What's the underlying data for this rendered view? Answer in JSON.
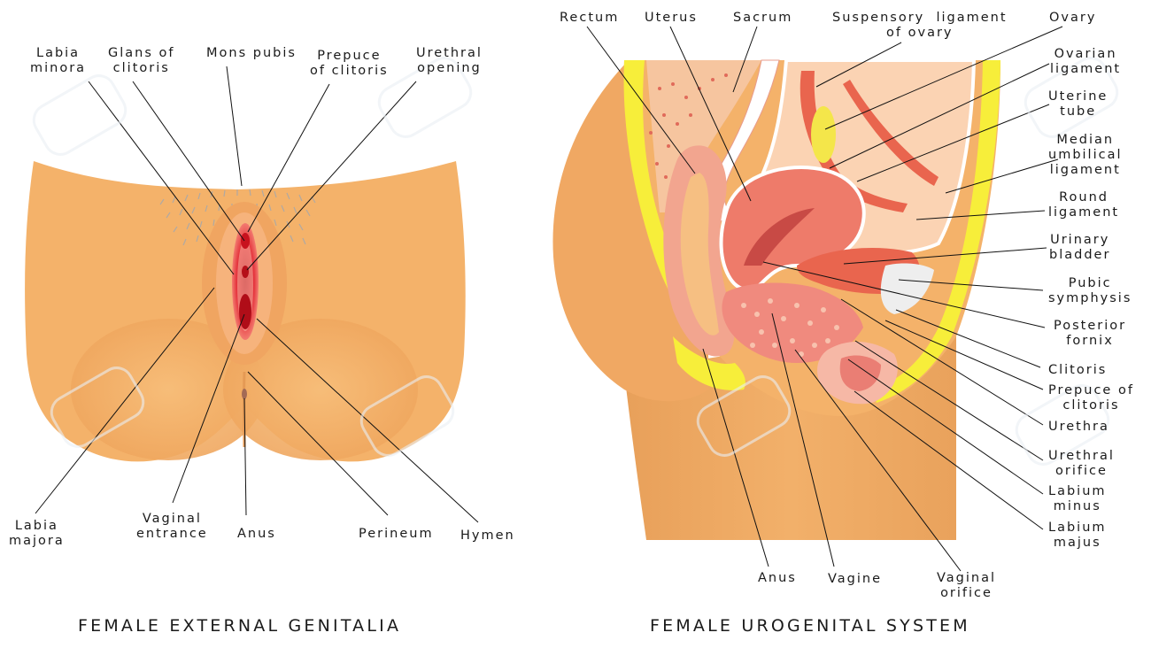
{
  "left": {
    "title": "FEMALE EXTERNAL GENITALIA",
    "labels": {
      "labia_minora": [
        "Labia",
        "minora"
      ],
      "glans_of_clitoris": [
        "Glans of",
        "clitoris"
      ],
      "mons_pubis": [
        "Mons pubis"
      ],
      "prepuce_of_clitoris": [
        "Prepuce",
        "of clitoris"
      ],
      "urethral_opening": [
        "Urethral",
        "opening"
      ],
      "labia_majora": [
        "Labia",
        "majora"
      ],
      "vaginal_entrance": [
        "Vaginal",
        "entrance"
      ],
      "anus": [
        "Anus"
      ],
      "perineum": [
        "Perineum"
      ],
      "hymen": [
        "Hymen"
      ]
    }
  },
  "right": {
    "title": "FEMALE UROGENITAL SYSTEM",
    "labels": {
      "rectum": [
        "Rectum"
      ],
      "uterus": [
        "Uterus"
      ],
      "sacrum": [
        "Sacrum"
      ],
      "suspensory_ligament": [
        "Suspensory  ligament",
        "of ovary"
      ],
      "ovary": [
        "Ovary"
      ],
      "ovarian_ligament": [
        "Ovarian",
        "ligament"
      ],
      "uterine_tube": [
        "Uterine",
        "tube"
      ],
      "median_umbilical_ligament": [
        "Median",
        "umbilical",
        "ligament"
      ],
      "round_ligament": [
        "Round",
        "ligament"
      ],
      "urinary_bladder": [
        "Urinary",
        "bladder"
      ],
      "pubic_symphysis": [
        "Pubic",
        "symphysis"
      ],
      "posterior_fornix": [
        "Posterior",
        "fornix"
      ],
      "clitoris": [
        "Clitoris"
      ],
      "prepuce_of_clitoris": [
        "Prepuce of",
        "clitoris"
      ],
      "urethra": [
        "Urethra"
      ],
      "urethral_orifice": [
        "Urethral",
        "orifice"
      ],
      "labium_minus": [
        "Labium",
        "minus"
      ],
      "labium_majus": [
        "Labium",
        "majus"
      ],
      "anus": [
        "Anus"
      ],
      "vagine": [
        "Vagine"
      ],
      "vaginal_orifice": [
        "Vaginal",
        "orifice"
      ]
    }
  },
  "colors": {
    "skin": "#f4b26a",
    "skin_shadow": "#e49a55",
    "fat": "#f7ee3a",
    "organ": "#f08a7e",
    "tissue": "#f6c1ad",
    "red": "#e0303a",
    "line": "#111111"
  }
}
